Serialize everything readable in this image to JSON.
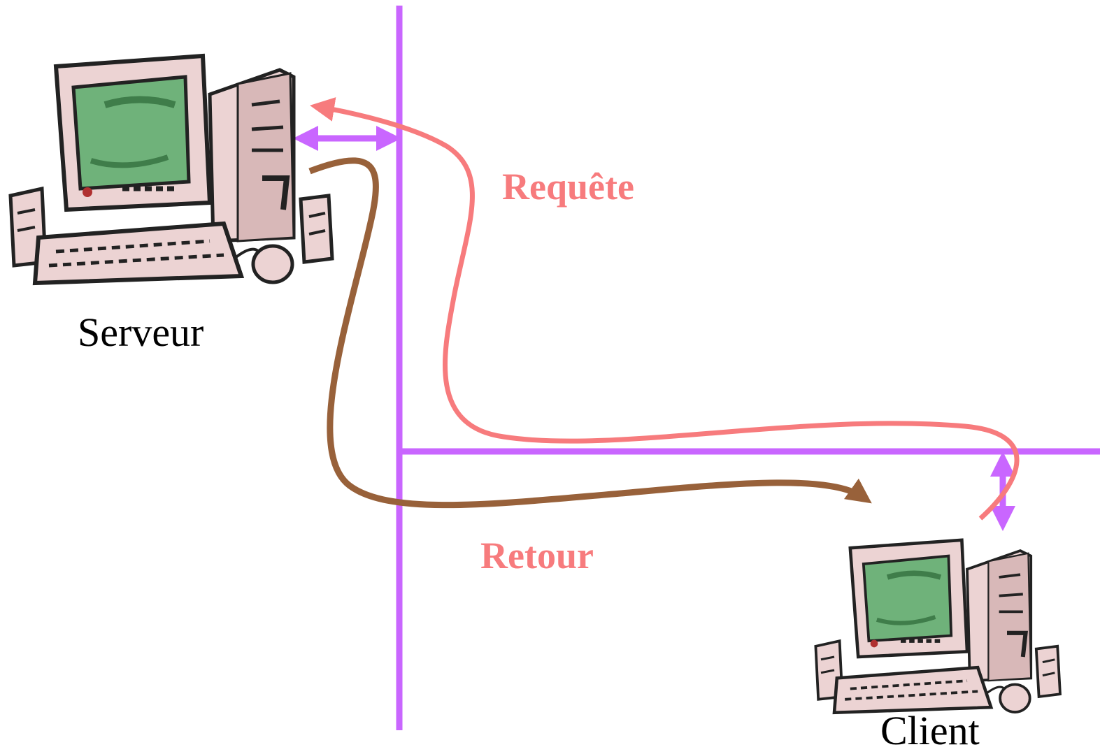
{
  "nodes": {
    "server": {
      "label": "Serveur",
      "icon": "desktop-computer-icon"
    },
    "client": {
      "label": "Client",
      "icon": "desktop-computer-icon"
    }
  },
  "flows": {
    "request": {
      "label": "Requête",
      "color": "#f77b7d"
    },
    "response": {
      "label": "Retour",
      "color": "#98613a"
    }
  },
  "colors": {
    "network_line": "#c966ff",
    "label_accent": "#f77b7d",
    "screen": "#6fb27a",
    "case": "#ecd3d3"
  }
}
